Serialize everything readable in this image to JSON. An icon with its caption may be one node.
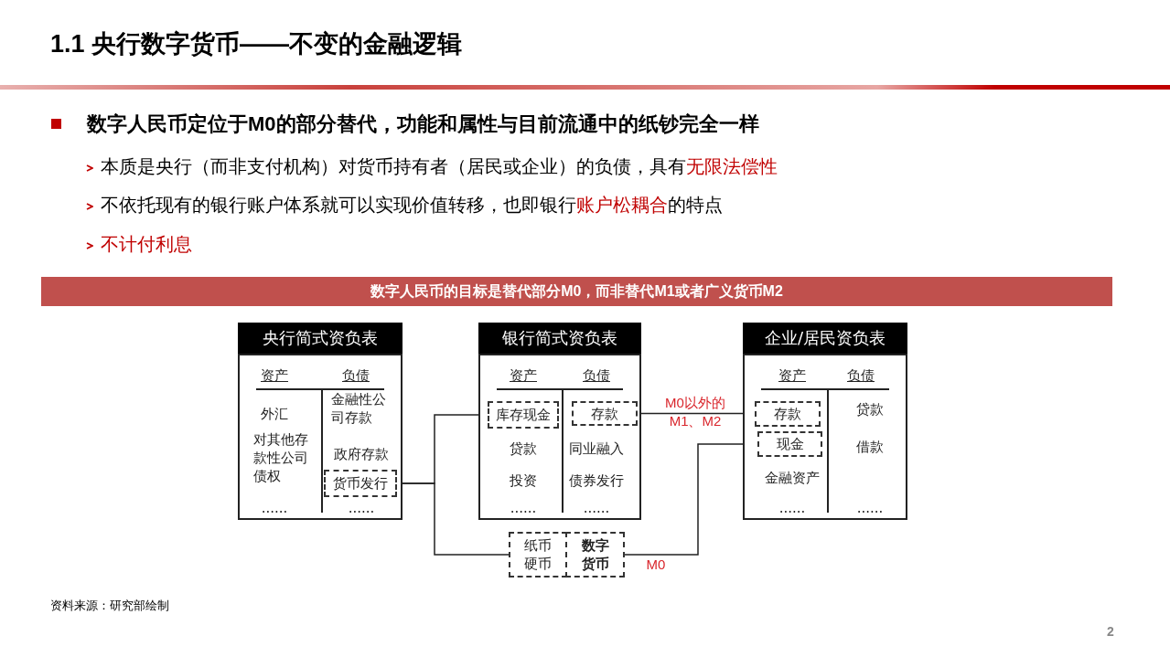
{
  "diagram": {
    "title": "1.1 央行数字货币——不变的金融逻辑",
    "nodes": [
      {
        "text": [
          "央行简式资负表",
          "资产",
          "负债",
          "外汇",
          "对其他存款性公司债权",
          "......",
          "金融性公司存款",
          "政府存款",
          "......"
        ]
      },
      {
        "text": [
          "货币发行"
        ],
        "in": 0
      },
      {
        "text": [
          "银行简式资负表",
          "资产",
          "负债",
          "贷款",
          "投资",
          "......",
          "同业融入",
          "债券发行",
          "......"
        ]
      },
      {
        "text": [
          "库存现金"
        ],
        "in": 2
      },
      {
        "text": [
          "存款"
        ],
        "in": 2
      },
      {
        "text": [
          "企业/居民资负表",
          "资产",
          "负债",
          "金融资产",
          "......",
          "贷款",
          "借款",
          "......"
        ]
      },
      {
        "text": [
          "存款"
        ],
        "in": 5
      },
      {
        "text": [
          "现金"
        ],
        "in": 5
      },
      {
        "text": [
          "纸币硬币"
        ]
      },
      {
        "text": [
          "数字货币"
        ]
      }
    ],
    "edges": [
      {
        "from": 1,
        "to": 3,
        "arrow": "none"
      },
      {
        "from": 1,
        "to": 8,
        "arrow": "none"
      },
      {
        "from": 4,
        "to": 6,
        "arrow": "none",
        "label": "M0以外的 M1、M2"
      },
      {
        "from": 9,
        "to": 7,
        "arrow": "none",
        "label": "M0"
      }
    ],
    "labels": [
      "数字人民币定位于M0的部分替代，功能和属性与目前流通中的纸钞完全一样",
      "本质是央行（而非支付机构）对货币持有者（居民或企业）的负债，具有",
      "无限法偿性",
      "不依托现有的银行账户体系就可以实现价值转移，也即银行",
      "账户松耦合",
      "的特点",
      "不计付利息",
      "数字人民币的目标是替代部分M0，而非替代M1或者广义货币M2",
      "资料来源：研究部绘制",
      "2"
    ]
  }
}
